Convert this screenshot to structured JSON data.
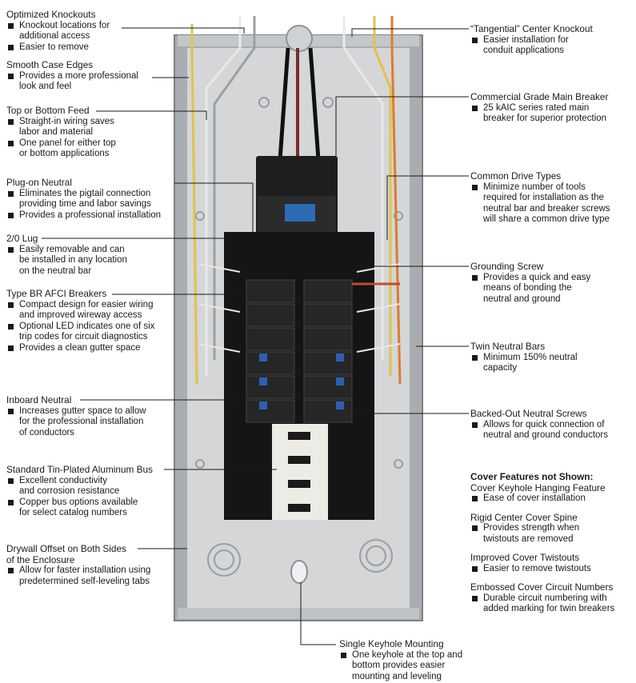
{
  "left_callouts": [
    {
      "title": "Optimized Knockouts",
      "bullets": [
        [
          "Knockout locations for",
          "additional access"
        ],
        [
          "Easier to remove"
        ]
      ]
    },
    {
      "title": "Smooth Case Edges",
      "bullets": [
        [
          "Provides a more professional",
          "look and feel"
        ]
      ]
    },
    {
      "title": "Top or Bottom Feed",
      "bullets": [
        [
          "Straight-in wiring saves",
          "labor and material"
        ],
        [
          "One panel for either top",
          "or bottom applications"
        ]
      ]
    },
    {
      "title": "Plug-on Neutral",
      "bullets": [
        [
          "Eliminates the pigtail connection",
          "providing time and labor savings"
        ],
        [
          "Provides a professional installation"
        ]
      ]
    },
    {
      "title": "2/0 Lug",
      "bullets": [
        [
          "Easily removable and can",
          "be installed in any location",
          "on the neutral bar"
        ]
      ]
    },
    {
      "title": "Type BR AFCI Breakers",
      "bullets": [
        [
          "Compact design for easier wiring",
          "and improved wireway access"
        ],
        [
          "Optional LED indicates one of six",
          "trip codes for circuit diagnostics"
        ],
        [
          "Provides a clean gutter space"
        ]
      ]
    },
    {
      "title": "Inboard Neutral",
      "bullets": [
        [
          "Increases gutter space to allow",
          "for the professional installation",
          "of conductors"
        ]
      ]
    },
    {
      "title": "Standard Tin-Plated Aluminum Bus",
      "bullets": [
        [
          "Excellent conductivity",
          "and corrosion resistance"
        ],
        [
          "Copper bus options available",
          "for select catalog numbers"
        ]
      ]
    },
    {
      "title": "Drywall Offset on Both Sides",
      "title2": "of the Enclosure",
      "bullets": [
        [
          "Allow for faster installation using",
          "predetermined self-leveling tabs"
        ]
      ]
    }
  ],
  "right_callouts": [
    {
      "title": "“Tangential” Center Knockout",
      "bullets": [
        [
          "Easier installation for",
          "conduit applications"
        ]
      ]
    },
    {
      "title": "Commercial Grade Main Breaker",
      "bullets": [
        [
          "25 kAIC series rated main",
          "breaker for superior protection"
        ]
      ]
    },
    {
      "title": "Common Drive Types",
      "bullets": [
        [
          "Minimize number of tools",
          "required for installation as the",
          "neutral bar and breaker screws",
          "will share a common drive type"
        ]
      ]
    },
    {
      "title": "Grounding Screw",
      "bullets": [
        [
          "Provides a quick and easy",
          "means of bonding the",
          "neutral and ground"
        ]
      ]
    },
    {
      "title": "Twin Neutral Bars",
      "bullets": [
        [
          "Minimum 150% neutral",
          "capacity"
        ]
      ]
    },
    {
      "title": "Backed-Out Neutral Screws",
      "bullets": [
        [
          "Allows for quick connection of",
          "neutral and ground conductors"
        ]
      ]
    }
  ],
  "cover_features": {
    "heading": "Cover Features not Shown:",
    "items": [
      {
        "title": "Cover Keyhole Hanging Feature",
        "bullets": [
          [
            "Ease of cover installation"
          ]
        ]
      },
      {
        "title": "Rigid Center Cover Spine",
        "bullets": [
          [
            "Provides strength when",
            "twistouts are removed"
          ]
        ]
      },
      {
        "title": "Improved Cover Twistouts",
        "bullets": [
          [
            "Easier to remove twistouts"
          ]
        ]
      },
      {
        "title": "Embossed Cover Circuit Numbers",
        "bullets": [
          [
            "Durable circuit numbering with",
            "added marking for twin breakers"
          ]
        ]
      }
    ]
  },
  "bottom_callout": {
    "title": "Single Keyhole Mounting",
    "bullets": [
      [
        "One keyhole at the top and",
        "bottom provides easier",
        "mounting and leveling"
      ]
    ]
  },
  "colors": {
    "enclosure": "#b9bcbf",
    "interior": "#d3d5d7",
    "breaker": "#1c1c1c",
    "label_text": "#1a1a1a",
    "leader": "#1a1a1a"
  }
}
